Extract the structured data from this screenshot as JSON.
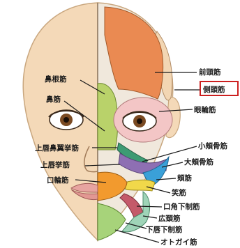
{
  "labels": {
    "nose_root": "鼻根筋",
    "nose": "鼻筋",
    "upper_lip_nose_wing": "上唇鼻翼挙筋",
    "upper_lip_lift": "上唇挙筋",
    "orbicularis_oris": "口輪筋",
    "frontalis": "前頭筋",
    "temporalis": "側頭筋",
    "orbicularis_oculi": "眼輪筋",
    "zygomatic_minor": "小頬骨筋",
    "zygomatic_major": "大頬骨筋",
    "buccinator": "頬筋",
    "risorius": "笑筋",
    "depressor_anguli_oris": "口角下制筋",
    "platysma": "広頚筋",
    "depressor_labii": "下唇下制筋",
    "mentalis": "オトガイ筋"
  },
  "highlight": {
    "target": "temporalis",
    "color": "#cc1f1f"
  },
  "colors": {
    "skin": "#f4d9b8",
    "face_right_bg": "#f0e8dc",
    "frontalis": "#ea8a52",
    "temporalis": "#f2d6b3",
    "orbicularis_oculi": "#f3c6c6",
    "nose_muscle": "#b9d26a",
    "zygomatic_minor": "#3d9b73",
    "zygomatic_major": "#8e6fb3",
    "buccinator": "#3aa0d8",
    "risorius": "#f1d84a",
    "orbicularis_oris": "#f29a2e",
    "depressor_anguli": "#c45a6a",
    "platysma": "#9fd4b8",
    "mentalis": "#a7d37a"
  }
}
